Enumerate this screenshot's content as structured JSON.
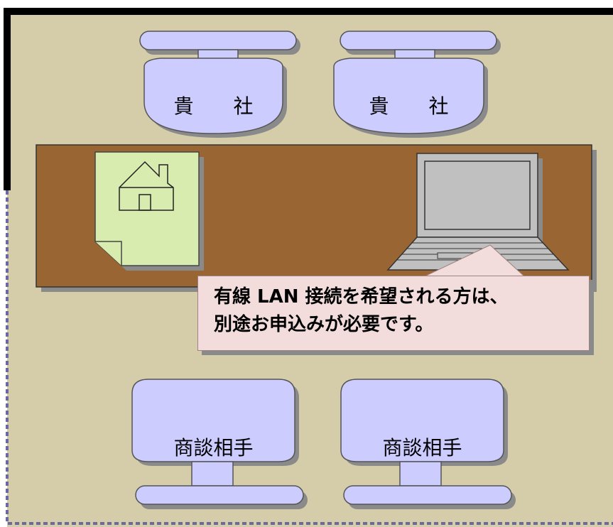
{
  "colors": {
    "floor": "#d5cdaa",
    "desk": "#996633",
    "chair": "#ccccff",
    "document": "#d9ecb0",
    "laptop": "#c0c0c0",
    "callout": "#f2dcdc",
    "wall": "#000000"
  },
  "chairs_top": [
    {
      "label": "貴　　社"
    },
    {
      "label": "貴　　社"
    }
  ],
  "chairs_bottom": [
    {
      "label": "商談相手"
    },
    {
      "label": "商談相手"
    }
  ],
  "callout": {
    "line1": "有線 LAN 接続を希望される方は、",
    "line2": "別途お申込みが必要です。"
  },
  "icons": {
    "document": "house-document-icon",
    "laptop": "laptop-icon"
  }
}
